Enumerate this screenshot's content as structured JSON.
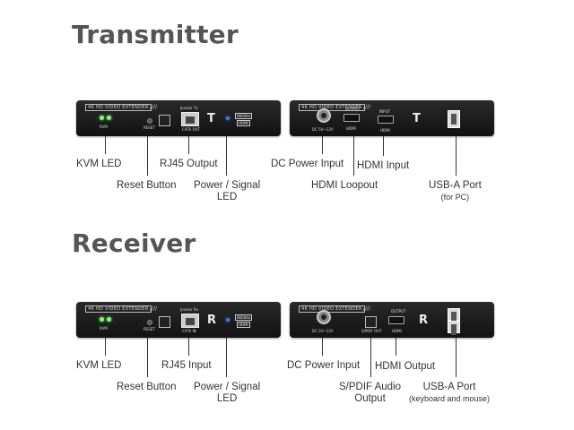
{
  "transmitter": {
    "title": "Transmitter",
    "device_left": {
      "brand": "4K HD VIDEO EXTENDER",
      "stripes": "////",
      "kvm": "KVM",
      "reset": "RESET",
      "rj45_top": "Ipcolor Tx",
      "rj45_bottom": "CAT6 OUT",
      "letter": "T",
      "badge1": "4K60Hz",
      "badge2": "HDMI"
    },
    "device_right": {
      "brand": "4K HD VIDEO EXTENDER",
      "stripes": "////",
      "dc": "DC 5V~12V",
      "output": "OUTPUT",
      "hdmi1": "HDMI",
      "input": "INPUT",
      "hdmi2": "HDMI",
      "letter": "T"
    },
    "labels": {
      "kvm_led": "KVM LED",
      "reset_button": "Reset Button",
      "rj45": "RJ45 Output",
      "power_signal_1": "Power / Signal",
      "power_signal_2": "LED",
      "dc_power": "DC Power Input",
      "hdmi_loopout": "HDMI Loopout",
      "hdmi_input": "HDMI Input",
      "usb_a": "USB-A Port",
      "usb_sub": "(for PC)"
    }
  },
  "receiver": {
    "title": "Receiver",
    "device_left": {
      "brand": "4K HD VIDEO EXTENDER",
      "stripes": "////",
      "kvm": "KVM",
      "reset": "RESET",
      "rj45_top": "Ipcolor Rx",
      "rj45_bottom": "CAT6 IN",
      "letter": "R",
      "badge1": "4K60Hz",
      "badge2": "HDMI"
    },
    "device_right": {
      "brand": "4K HD VIDEO EXTENDER",
      "stripes": "////",
      "dc": "DC 5V~12V",
      "spdif": "S/PDIF OUT",
      "output": "OUTPUT",
      "hdmi": "HDMI",
      "letter": "R"
    },
    "labels": {
      "kvm_led": "KVM LED",
      "reset_button": "Reset Button",
      "rj45": "RJ45 Input",
      "power_signal_1": "Power / Signal",
      "power_signal_2": "LED",
      "dc_power": "DC Power Input",
      "spdif_1": "S/PDIF Audio",
      "spdif_2": "Output",
      "hdmi_output": "HDMI Output",
      "usb_a": "USB-A Port",
      "usb_sub": "(keyboard and mouse)"
    }
  },
  "colors": {
    "device_body": "#1c1c1c",
    "led_green": "#7cff6b",
    "led_blue": "#3a7bff",
    "heading": "#555555"
  }
}
